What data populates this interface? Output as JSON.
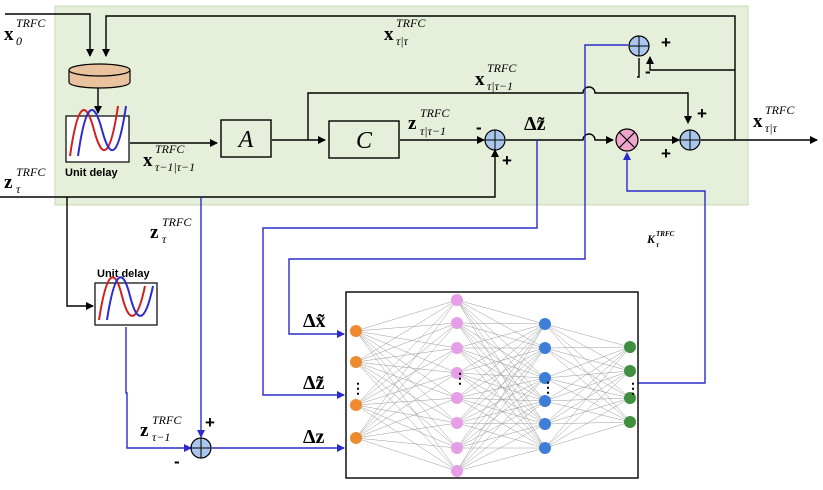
{
  "colors": {
    "panel": "#e6efd9",
    "panel_border": "#c9d8b4",
    "wire": "#000000",
    "blue_wire": "#2b2bcc",
    "sum_fill": "#aac6ec",
    "mul_fill": "#f0a6cc",
    "sine_red": "#d21f1f",
    "sine_blue": "#2b2bd0",
    "node_orange": "#ee8a30",
    "node_pink": "#e69ee6",
    "node_blue": "#3d7fd6",
    "node_green": "#3f8f3f"
  },
  "labels": {
    "x0": {
      "main": "x",
      "sub": "0",
      "sup": "TRFC"
    },
    "x_post_top": {
      "main": "x",
      "sub": "τ|τ",
      "sup": "TRFC"
    },
    "x_prior": {
      "main": "x",
      "sub": "τ|τ−1",
      "sup": "TRFC"
    },
    "z_pred": {
      "main": "z",
      "sub": "τ|τ−1",
      "sup": "TRFC"
    },
    "x_prev": {
      "main": "x",
      "sub": "τ−1|τ−1",
      "sup": "TRFC"
    },
    "x_out": {
      "main": "x",
      "sub": "τ|τ",
      "sup": "TRFC"
    },
    "z_in": {
      "main": "z",
      "sub": "τ",
      "sup": "TRFC"
    },
    "z_branch": {
      "main": "z",
      "sub": "τ",
      "sup": "TRFC"
    },
    "z_prev": {
      "main": "z",
      "sub": "τ−1",
      "sup": "TRFC"
    },
    "delta_z_tilde": "Δz̃",
    "kalman_gain": {
      "main": "K",
      "sub": "τ",
      "sup": "TRFC"
    }
  },
  "blocks": {
    "unit_delay_1": "Unit delay",
    "unit_delay_2": "Unit delay",
    "A": "A",
    "C": "C"
  },
  "signs": {
    "s1_minus": "-",
    "s1_plus": "+",
    "s2_plus": "+",
    "s2_minus": "-",
    "s3_plus_top": "+",
    "s3_plus_bottom": "+",
    "s4_plus": "+",
    "s4_minus": "-"
  },
  "network": {
    "inputs": [
      "Δx̃",
      "Δz̃",
      "Δz"
    ],
    "layer_dots": "⋮"
  }
}
